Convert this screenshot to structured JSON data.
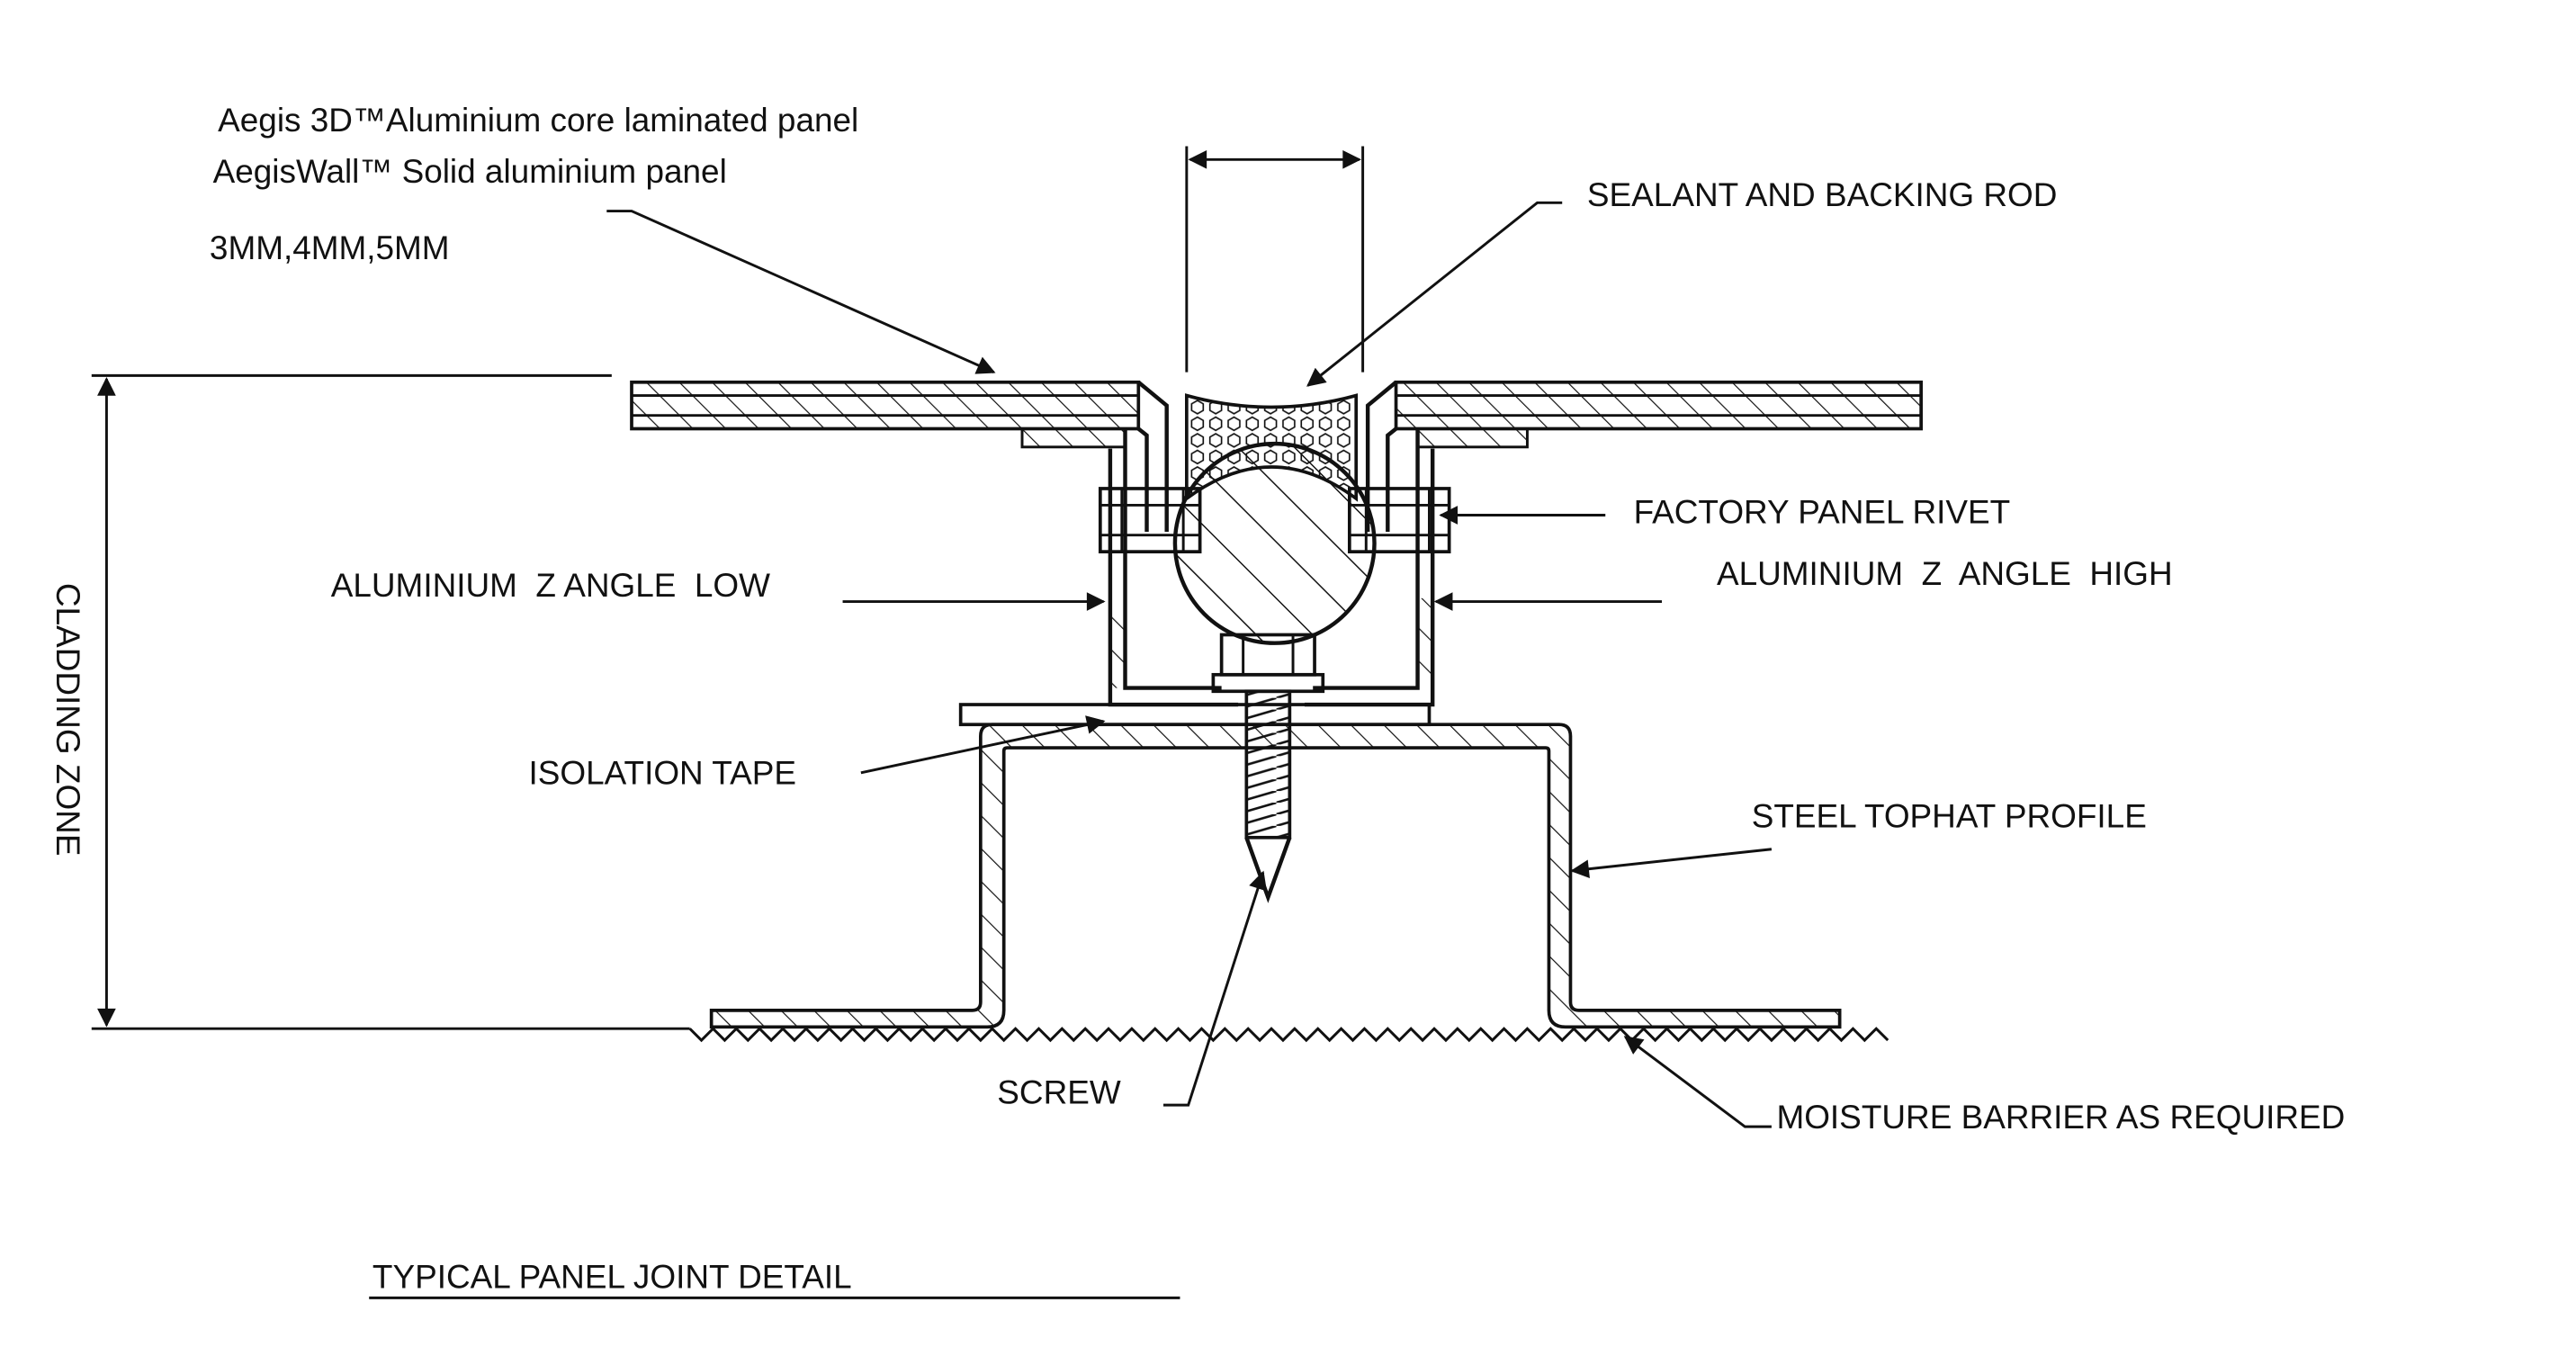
{
  "labels": {
    "panel_line1": "Aegis 3D™Aluminium core laminated panel",
    "panel_line2": "AegisWall™ Solid aluminium panel",
    "panel_thickness": "3MM,4MM,5MM",
    "sealant": "SEALANT AND BACKING ROD",
    "rivet": "FACTORY PANEL RIVET",
    "angle_low": "ALUMINIUM  Z ANGLE  LOW",
    "angle_high": "ALUMINIUM  Z  ANGLE  HIGH",
    "isolation_tape": "ISOLATION TAPE",
    "tophat": "STEEL TOPHAT PROFILE",
    "screw": "SCREW",
    "moisture_barrier": "MOISTURE BARRIER AS REQUIRED",
    "cladding_zone": "CLADDING ZONE",
    "title": "TYPICAL PANEL JOINT DETAIL"
  },
  "colors": {
    "line": "#111111",
    "background": "#ffffff"
  }
}
